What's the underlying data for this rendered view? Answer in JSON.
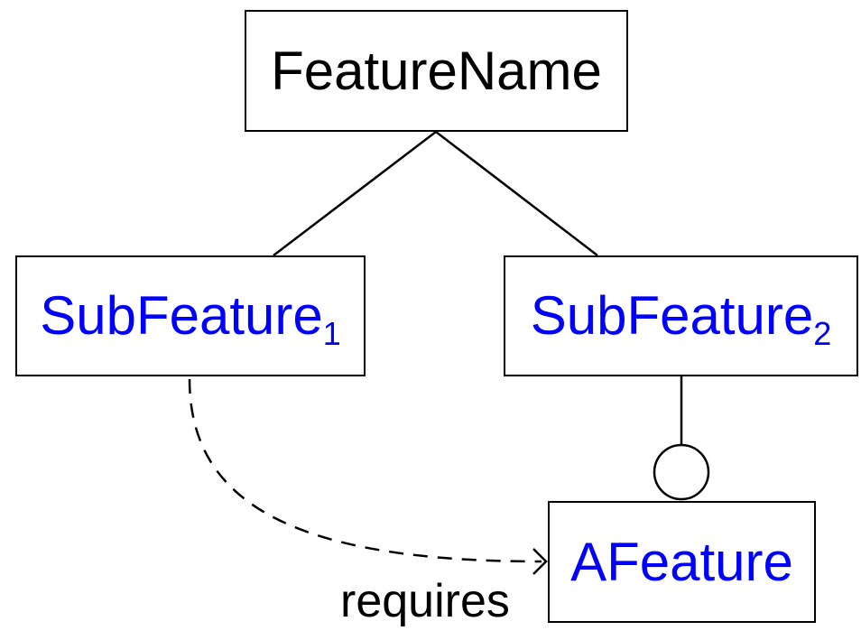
{
  "diagram": {
    "root": {
      "label": "FeatureName",
      "color": "#000000"
    },
    "sub1": {
      "label": "SubFeature",
      "index": "1",
      "color": "#0000ff"
    },
    "sub2": {
      "label": "SubFeature",
      "index": "2",
      "color": "#0000ff"
    },
    "afeature": {
      "label": "AFeature",
      "color": "#0000ff"
    },
    "requires": {
      "label": "requires",
      "color": "#000000"
    },
    "edge_color": "#000000",
    "edges": [
      {
        "from": "FeatureName",
        "to": "SubFeature1",
        "kind": "solid"
      },
      {
        "from": "FeatureName",
        "to": "SubFeature2",
        "kind": "solid"
      },
      {
        "from": "SubFeature2",
        "to": "AFeature",
        "kind": "optional-circle"
      },
      {
        "from": "SubFeature1",
        "to": "AFeature",
        "kind": "dashed-arrow",
        "label": "requires"
      }
    ]
  }
}
